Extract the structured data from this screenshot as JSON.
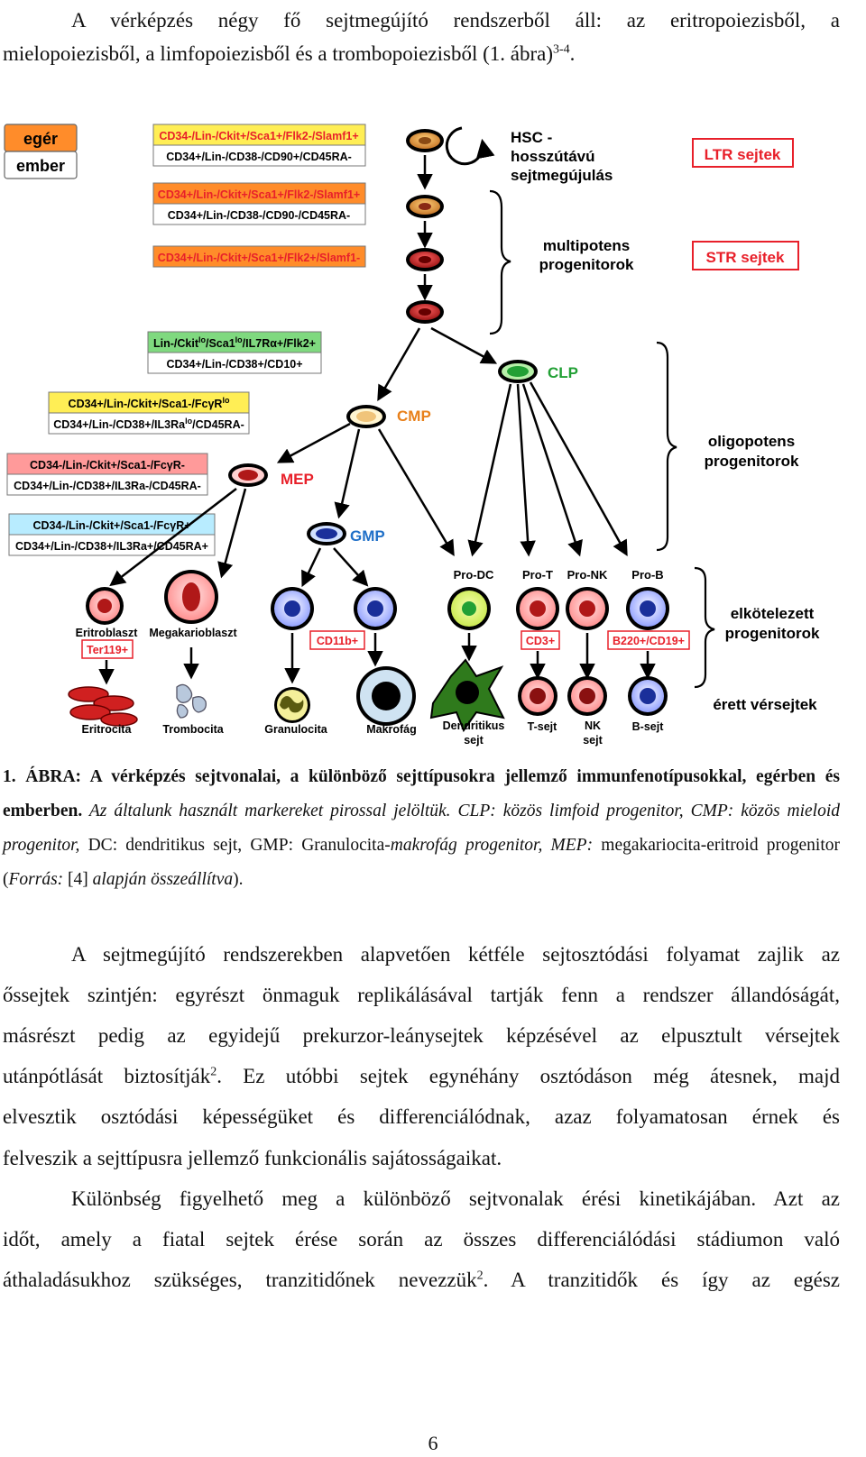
{
  "intro": {
    "line1": "A vérképzés négy fő sejtmegújító rendszerből áll: az eritropoiezisből, a",
    "line2": "mielopoiezisből, a limfopoiezisből és a trombopoiezisből (1. ábra)",
    "line2_sup": "3-4",
    "line2_end": "."
  },
  "figure": {
    "species": {
      "mouse": "egér",
      "human": "ember"
    },
    "markers": {
      "hsc_mouse": "CD34-/Lin-/Ckit+/Sca1+/Flk2-/Slamf1+",
      "hsc_human": "CD34+/Lin-/CD38-/CD90+/CD45RA-",
      "str_mouse": "CD34+/Lin-/Ckit+/Sca1+/Flk2-/Slamf1+",
      "str_human": "CD34+/Lin-/CD38-/CD90-/CD45RA-",
      "mpp_mouse": "CD34+/Lin-/Ckit+/Sca1+/Flk2+/Slamf1-",
      "clp_mouse_a": "Lin-/Ckit",
      "clp_mouse_a_sup": "lo",
      "clp_mouse_b": "/Sca1",
      "clp_mouse_b_sup": "lo",
      "clp_mouse_c": "/IL7Rα+/Flk2+",
      "clp_human": "CD34+/Lin-/CD38+/CD10+",
      "cmp_mouse_a": "CD34+/Lin-/Ckit+/Sca1-/FcγR",
      "cmp_mouse_sup": "lo",
      "cmp_human_a": "CD34+/Lin-/CD38+/IL3Ra",
      "cmp_human_sup": "lo",
      "cmp_human_b": "/CD45RA-",
      "mep_mouse": "CD34-/Lin-/Ckit+/Sca1-/FcγR-",
      "mep_human": "CD34+/Lin-/CD38+/IL3Ra-/CD45RA-",
      "gmp_mouse": "CD34-/Lin-/Ckit+/Sca1-/FcγR+",
      "gmp_human": "CD34+/Lin-/CD38+/IL3Ra+/CD45RA+"
    },
    "stages": {
      "hsc_line1": "HSC -",
      "hsc_line2": "hosszútávú",
      "hsc_line3": "sejtmegújulás",
      "multi_line1": "multipotens",
      "multi_line2": "progenitorok",
      "oligo_line1": "oligopotens",
      "oligo_line2": "progenitorok",
      "committed_line1": "elkötelezett",
      "committed_line2": "progenitorok",
      "mature": "érett vérsejtek"
    },
    "badges": {
      "ltr": "LTR sejtek",
      "str": "STR sejtek"
    },
    "cells": {
      "clp": "CLP",
      "cmp": "CMP",
      "mep": "MEP",
      "gmp": "GMP"
    },
    "pro": {
      "dc": "Pro-DC",
      "t": "Pro-T",
      "nk": "Pro-NK",
      "b": "Pro-B"
    },
    "progenitors": {
      "erythroblast": "Eritroblaszt",
      "megakaryoblast": "Megakarioblaszt"
    },
    "red_markers": {
      "ter119": "Ter119+",
      "cd11b": "CD11b+",
      "cd3": "CD3+",
      "b220": "B220+/CD19+"
    },
    "mature_cells": {
      "erythrocyte": "Eritrocita",
      "thrombocyte": "Trombocita",
      "granulocyte": "Granulocita",
      "macrophage": "Makrofág",
      "dendritic_1": "Dendritikus",
      "dendritic_2": "sejt",
      "tcell": "T-sejt",
      "nk_1": "NK",
      "nk_2": "sejt",
      "bcell": "B-sejt"
    }
  },
  "caption": {
    "label": "1. ÁBRA:",
    "bold_text": " A vérképzés sejtvonalai, a különböző sejttípusokra jellemző immunfenotípusokkal, egérben és emberben.",
    "italic_1": " Az általunk használt markereket pirossal jelöltük. CLP: közös limfoid progenitor, CMP: közös mieloid progenitor,",
    "plain_1": " DC: dendritikus sejt, GMP: Granulocita",
    "italic_2": "-makrofág progenitor, MEP:",
    "plain_2": " megakariocita-eritroid progenitor (",
    "italic_3": "Forrás:",
    "plain_3": " [4] ",
    "italic_4": "alapján összeállítva",
    "plain_4": ")."
  },
  "para1": {
    "l1": "A sejtmegújító rendszerekben alapvetően kétféle sejtosztódási folyamat zajlik az",
    "l2": "őssejtek szintjén: egyrészt önmaguk replikálásával tartják fenn a rendszer állandóságát,",
    "l3": "másrészt pedig az egyidejű prekurzor-leánysejtek képzésével az elpusztult vérsejtek",
    "l4a": "utánpótlását biztosítják",
    "l4sup": "2",
    "l4b": ". Ez utóbbi sejtek egynéhány osztódáson még átesnek, majd",
    "l5": "elvesztik osztódási képességüket és differenciálódnak, azaz folyamatosan érnek és",
    "l6": "felveszik a sejttípusra jellemző funkcionális sajátosságaikat."
  },
  "para2": {
    "l1": "Különbség figyelhető meg a különböző sejtvonalak érési kinetikájában. Azt az",
    "l2": "időt, amely a fiatal sejtek érése során az összes differenciálódási stádiumon való",
    "l3a": "áthaladásukhoz szükséges, tranzitidőnek nevezzük",
    "l3sup": "2",
    "l3b": ". A tranzitidők és így az egész"
  },
  "page_number": "6",
  "colors": {
    "yellow_box": "#ffee55",
    "orange_box": "#ff8c2a",
    "green_box": "#7fd97f",
    "pink_box": "#ff9a9a",
    "cyan_box": "#b8ecff",
    "red_label": "#e8202a",
    "cmp_text": "#e8801a",
    "blue_label": "#2070c8",
    "clp_green": "#22a035"
  }
}
